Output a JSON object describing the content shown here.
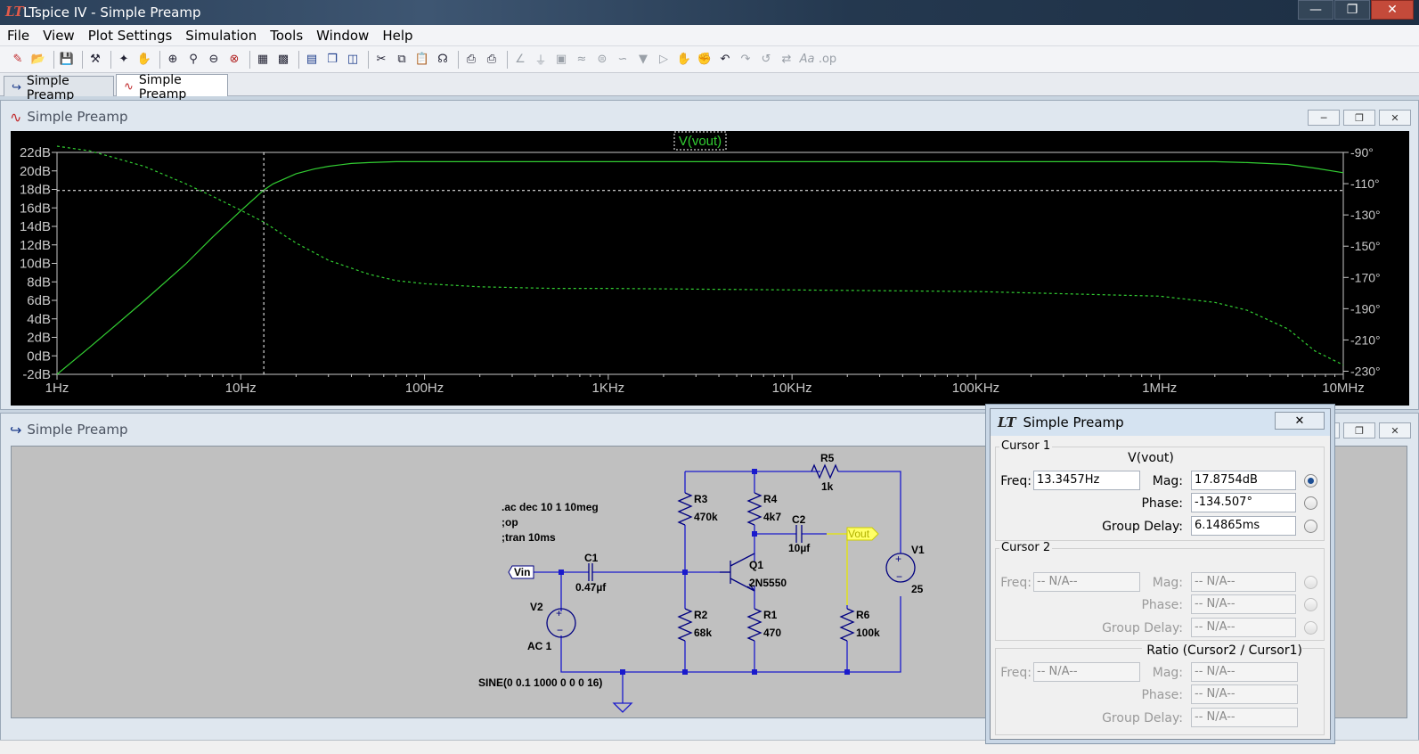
{
  "app": {
    "title": "LTspice IV - Simple Preamp"
  },
  "menu": [
    "File",
    "View",
    "Plot Settings",
    "Simulation",
    "Tools",
    "Window",
    "Help"
  ],
  "toolbar": {
    "icons": [
      "new-schematic-icon",
      "open-icon",
      "save-icon",
      "control-panel-icon",
      "run-icon",
      "halt-icon",
      "zoom-in-icon",
      "zoom-box-icon",
      "zoom-out-icon",
      "zoom-cancel-icon",
      "autoscale-icon",
      "grid-icon",
      "tile-horizontal-icon",
      "cascade-icon",
      "tile-vertical-icon",
      "cut-icon",
      "copy-icon",
      "paste-icon",
      "find-icon",
      "print-preview-icon",
      "print-icon",
      "wire-icon",
      "ground-icon",
      "label-icon",
      "resistor-icon",
      "capacitor-icon",
      "inductor-icon",
      "diode-icon",
      "component-icon",
      "move-icon",
      "drag-icon",
      "undo-icon",
      "redo-icon",
      "rotate-icon",
      "mirror-icon",
      "text-icon",
      "spice-directive-icon"
    ]
  },
  "tabs": [
    {
      "label": "Simple Preamp",
      "icon": "schematic-icon"
    },
    {
      "label": "Simple Preamp",
      "icon": "waveform-icon"
    }
  ],
  "plot_window": {
    "title": "Simple Preamp",
    "trace_label": "V(vout)",
    "colors": {
      "background": "#000000",
      "trace": "#32cd32",
      "axis": "#c8c8c8"
    }
  },
  "schematic_window": {
    "title": "Simple Preamp",
    "directives": [
      ".ac dec 10 1 10meg",
      ";op",
      ";tran 10ms"
    ],
    "labels": {
      "vin": "Vin",
      "vout": "Vout",
      "c1_name": "C1",
      "c1_val": "0.47µf",
      "v2_name": "V2",
      "v2_val": "AC 1",
      "v2_sine": "SINE(0 0.1 1000 0 0 0 16)",
      "r3_name": "R3",
      "r3_val": "470k",
      "r2_name": "R2",
      "r2_val": "68k",
      "r4_name": "R4",
      "r4_val": "4k7",
      "r1_name": "R1",
      "r1_val": "470",
      "q1_name": "Q1",
      "q1_val": "2N5550",
      "c2_name": "C2",
      "c2_val": "10µf",
      "r5_name": "R5",
      "r5_val": "1k",
      "r6_name": "R6",
      "r6_val": "100k",
      "v1_name": "V1",
      "v1_val": "25"
    },
    "colors": {
      "wire": "#1a1acc",
      "component": "#000080",
      "vout_wire": "#e6e600"
    }
  },
  "cursor_dialog": {
    "title": "Simple Preamp",
    "cursor1": {
      "group": "Cursor 1",
      "trace": "V(vout)",
      "freq_label": "Freq:",
      "freq": "13.3457Hz",
      "mag_label": "Mag:",
      "mag": "17.8754dB",
      "phase_label": "Phase:",
      "phase": "-134.507°",
      "gd_label": "Group Delay:",
      "gd": "6.14865ms"
    },
    "cursor2": {
      "group": "Cursor 2",
      "freq_label": "Freq:",
      "freq": "-- N/A--",
      "mag_label": "Mag:",
      "mag": "-- N/A--",
      "phase_label": "Phase:",
      "phase": "-- N/A--",
      "gd_label": "Group Delay:",
      "gd": "-- N/A--"
    },
    "ratio": {
      "group": "Ratio (Cursor2 / Cursor1)",
      "freq_label": "Freq:",
      "freq": "-- N/A--",
      "mag_label": "Mag:",
      "mag": "-- N/A--",
      "phase_label": "Phase:",
      "phase": "-- N/A--",
      "gd_label": "Group Delay:",
      "gd": "-- N/A--"
    }
  },
  "chart_data": {
    "type": "line",
    "xscale": "log",
    "x_tick_labels": [
      "1Hz",
      "10Hz",
      "100Hz",
      "1KHz",
      "10KHz",
      "100KHz",
      "1MHz",
      "10MHz"
    ],
    "x_ticks": [
      1,
      10,
      100,
      1000,
      10000,
      100000,
      1000000,
      10000000
    ],
    "y_left_ticks": [
      22,
      20,
      18,
      16,
      14,
      12,
      10,
      8,
      6,
      4,
      2,
      0,
      -2
    ],
    "y_left_tick_labels": [
      "22dB",
      "20dB",
      "18dB",
      "16dB",
      "14dB",
      "12dB",
      "10dB",
      "8dB",
      "6dB",
      "4dB",
      "2dB",
      "0dB",
      "-2dB"
    ],
    "ylim_left": [
      -2,
      22
    ],
    "y_right_ticks": [
      -90,
      -110,
      -130,
      -150,
      -170,
      -190,
      -210,
      -230
    ],
    "y_right_tick_labels": [
      "-90°",
      "-110°",
      "-130°",
      "-150°",
      "-170°",
      "-190°",
      "-210°",
      "-230°"
    ],
    "ylim_right": [
      -232,
      -90
    ],
    "cursor": {
      "x": 13.3457,
      "mag": 17.8754
    },
    "series": [
      {
        "name": "V(vout)",
        "axis": "left",
        "style": "solid",
        "x": [
          1,
          1.5,
          2,
          3,
          5,
          7,
          10,
          13.3,
          15,
          20,
          25,
          30,
          40,
          50,
          70,
          100,
          200,
          500,
          1000,
          10000,
          100000,
          1000000,
          2000000,
          3000000,
          5000000,
          7000000,
          10000000
        ],
        "y": [
          -2,
          0.9,
          3,
          6,
          9.9,
          12.8,
          15.7,
          17.9,
          18.6,
          19.7,
          20.2,
          20.5,
          20.8,
          20.9,
          21,
          21,
          21,
          21,
          21,
          21,
          21,
          21,
          21,
          20.9,
          20.7,
          20.3,
          19.8
        ]
      },
      {
        "name": "V(vout) phase",
        "axis": "right",
        "style": "dashed",
        "x": [
          1,
          1.5,
          2,
          3,
          5,
          7,
          10,
          13.3,
          20,
          30,
          50,
          70,
          100,
          200,
          500,
          1000,
          10000,
          100000,
          1000000,
          2000000,
          3000000,
          5000000,
          7000000,
          10000000
        ],
        "y": [
          -86,
          -89,
          -93,
          -99,
          -110,
          -118,
          -127,
          -134.5,
          -148,
          -159,
          -168,
          -172,
          -174,
          -176,
          -177,
          -177,
          -178,
          -179,
          -182,
          -186,
          -191,
          -203,
          -217,
          -226
        ]
      }
    ]
  }
}
